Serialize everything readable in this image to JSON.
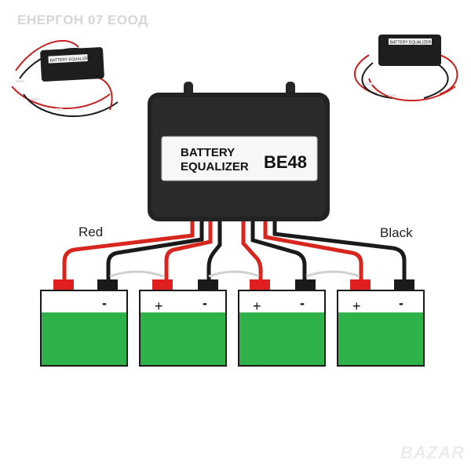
{
  "watermark": "ЕНЕРГОН 07 ЕООД",
  "bazar_logo": "BAZAR",
  "device": {
    "label_line1": "BATTERY",
    "label_line2": "EQUALIZER",
    "model": "BE48",
    "thumb_label": "BATTERY EQUALIZER"
  },
  "wire_labels": {
    "left": "Red",
    "right": "Black"
  },
  "terminal_signs": {
    "positive": "+",
    "negative": "-"
  },
  "battery_count": 4,
  "colors": {
    "device_body": "#222222",
    "wire_red": "#d7261e",
    "wire_black": "#1a1a1a",
    "terminal_red": "#e02020",
    "electrolyte_green": "#2fb24a"
  }
}
